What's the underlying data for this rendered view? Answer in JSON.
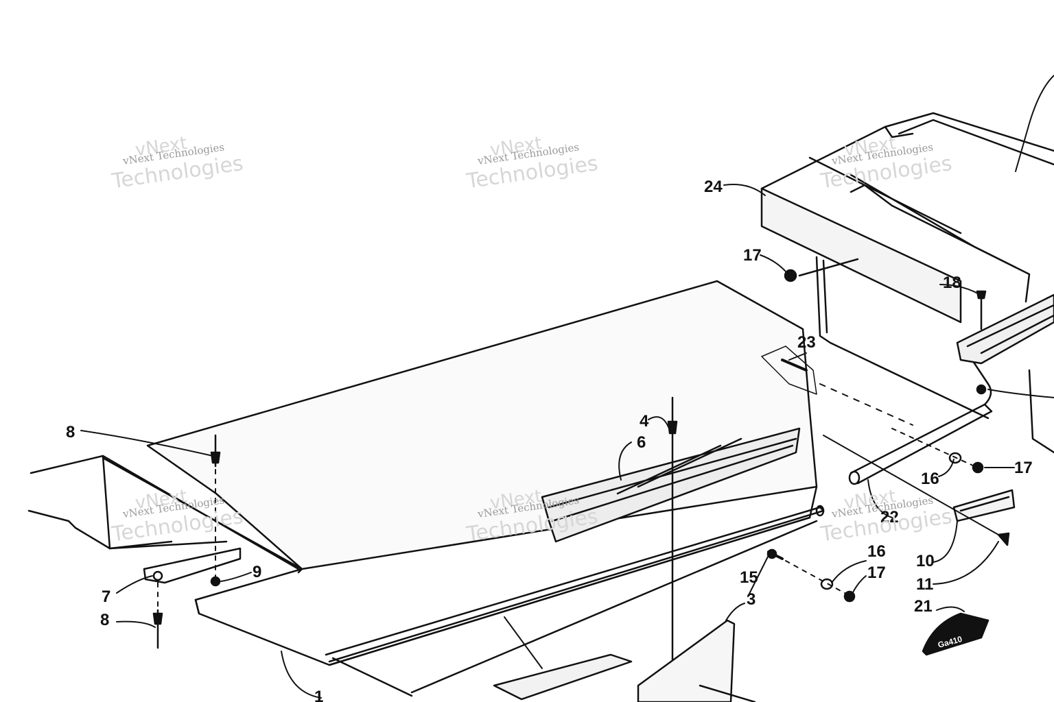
{
  "diagram": {
    "callouts": [
      "1",
      "3",
      "4",
      "6",
      "7",
      "8",
      "8",
      "9",
      "10",
      "11",
      "15",
      "16",
      "16",
      "17",
      "17",
      "17",
      "18",
      "21",
      "22",
      "23",
      "24"
    ],
    "watermark_line1": "vNext Technologies",
    "watermark_line2": "vNext",
    "watermark_line3": "Technologies",
    "decal_text": "Ga410"
  }
}
